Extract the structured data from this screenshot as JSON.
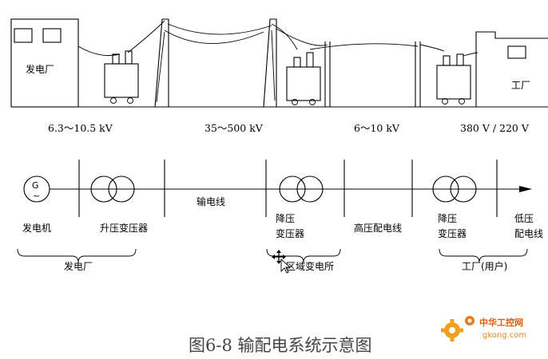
{
  "buildings": {
    "plant_label": "发电厂",
    "factory_label": "工厂"
  },
  "voltages": {
    "gen": "6.3～10.5 kV",
    "transmission": "35～500 kV",
    "distribution": "6～10 kV",
    "user": "380 V / 220 V"
  },
  "diagram": {
    "generator_symbol": "G",
    "generator_sub": "~",
    "generator": "发电机",
    "step_up_transformer": "升压变压器",
    "transmission_line": "输电线",
    "step_down_1_line1": "降压",
    "step_down_1_line2": "变压器",
    "hv_distribution_line": "高压配电线",
    "step_down_2_line1": "降压",
    "step_down_2_line2": "变压器",
    "lv_line1": "低压",
    "lv_line2": "配电线"
  },
  "groups": {
    "power_plant": "发电厂",
    "regional_substation": "区域变电所",
    "factory_user": "工厂(用户)"
  },
  "caption": "图6-8 输配电系统示意图",
  "watermark": {
    "line1": "中华工控网",
    "line2": "gkong.com"
  },
  "colors": {
    "ink": "#000000",
    "caption": "#444444",
    "watermark": "#e05a10"
  }
}
